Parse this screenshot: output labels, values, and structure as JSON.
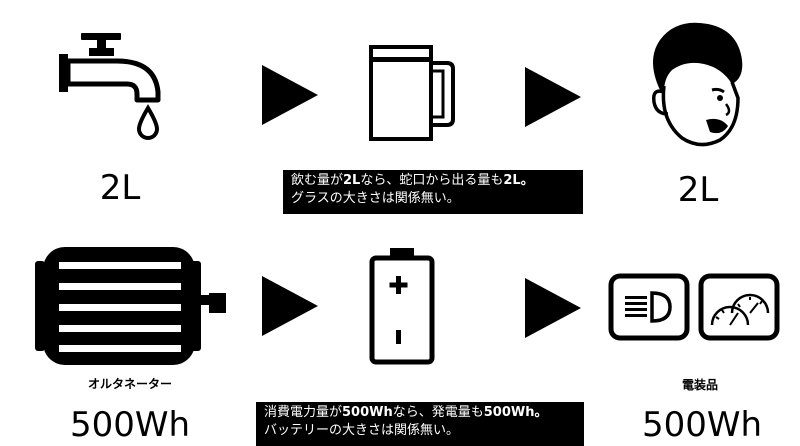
{
  "row1": {
    "left_value": "2L",
    "right_value": "2L",
    "caption": {
      "line1_a": "飲む量が",
      "line1_b": "2L",
      "line1_c": "なら、蛇口から出る量も",
      "line1_d": "2L",
      "line1_e": "。",
      "line2": "グラスの大きさは関係無い。"
    },
    "icons": [
      "faucet-icon",
      "arrow-right-icon",
      "beer-mug-icon",
      "arrow-right-icon",
      "person-face-icon"
    ]
  },
  "row2": {
    "left_label": "オルタネーター",
    "left_value": "500Wh",
    "right_label": "電装品",
    "right_value": "500Wh",
    "caption": {
      "line1_a": "消費電力量が",
      "line1_b": "500Wh",
      "line1_c": "なら、発電量も",
      "line1_d": "500Wh",
      "line1_e": "。",
      "line2": "バッテリーの大きさは関係無い。"
    },
    "icons": [
      "alternator-icon",
      "arrow-right-icon",
      "battery-icon",
      "arrow-right-icon",
      "headlight-icon",
      "gauges-icon"
    ]
  }
}
